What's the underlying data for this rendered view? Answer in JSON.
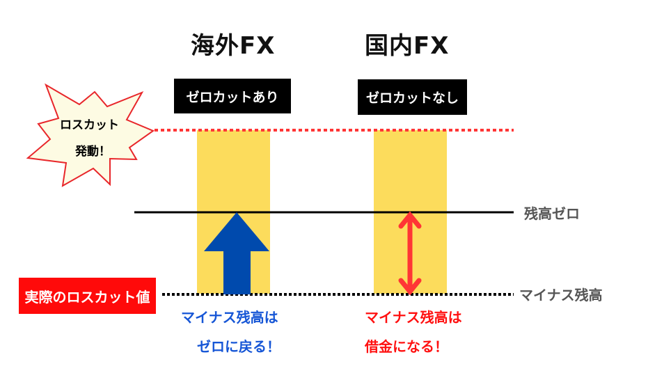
{
  "columns": [
    {
      "title": "海外FX",
      "tag": "ゼロカットあり",
      "note_line1": "マイナス残高は",
      "note_line2": "ゼロに戻る！",
      "note_color": "#1656d6",
      "arrow": "up-arrow",
      "arrow_color": "#004aad"
    },
    {
      "title": "国内FX",
      "tag": "ゼロカットなし",
      "note_line1": "マイナス残高は",
      "note_line2": "借金になる！",
      "note_color": "#ff1010",
      "arrow": "double-arrow",
      "arrow_color": "#ff3535"
    }
  ],
  "burst": {
    "line1": "ロスカット",
    "line2": "発動！",
    "fill": "#fdfbe3",
    "stroke": "#e8262a"
  },
  "lines": {
    "zero_label": "残高ゼロ",
    "minus_label": "マイナス残高",
    "losscut_line_color": "#ff3535"
  },
  "actual_losscut_label": "実際のロスカット値",
  "colors": {
    "bar": "#fcdc5c"
  }
}
